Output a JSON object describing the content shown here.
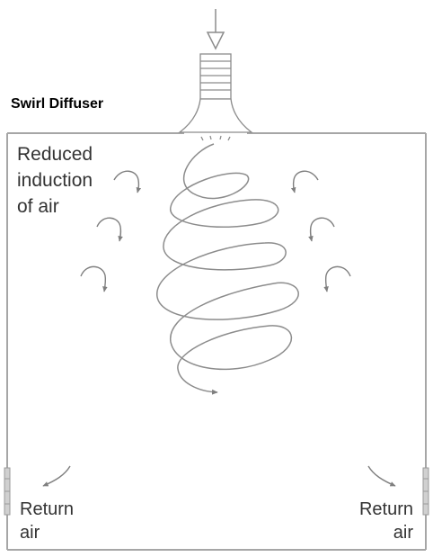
{
  "title": "Swirl Diffuser",
  "induction_label": [
    "Reduced",
    "induction",
    "of air"
  ],
  "return_left": [
    "Return",
    "air"
  ],
  "return_right": [
    "Return",
    "air"
  ],
  "colors": {
    "outline": "#a6a6a6",
    "arrow": "#7f7f7f",
    "text": "#333333"
  }
}
